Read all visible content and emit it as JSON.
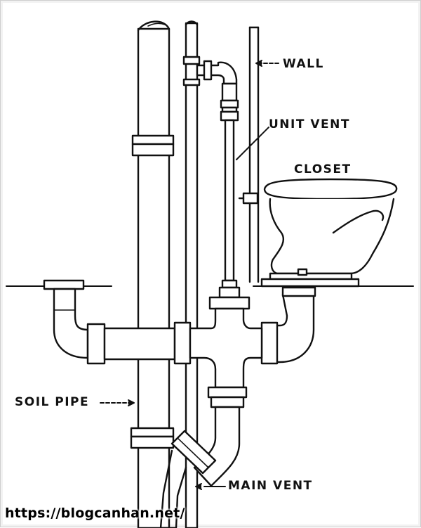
{
  "labels": {
    "wall": "WALL",
    "unit_vent": "UNIT VENT",
    "closet": "CLOSET",
    "soil_pipe": "SOIL PIPE",
    "main_vent": "MAIN VENT"
  },
  "watermark": "https://blogcanhan.net/",
  "colors": {
    "line": "#111111",
    "background": "#ffffff"
  }
}
